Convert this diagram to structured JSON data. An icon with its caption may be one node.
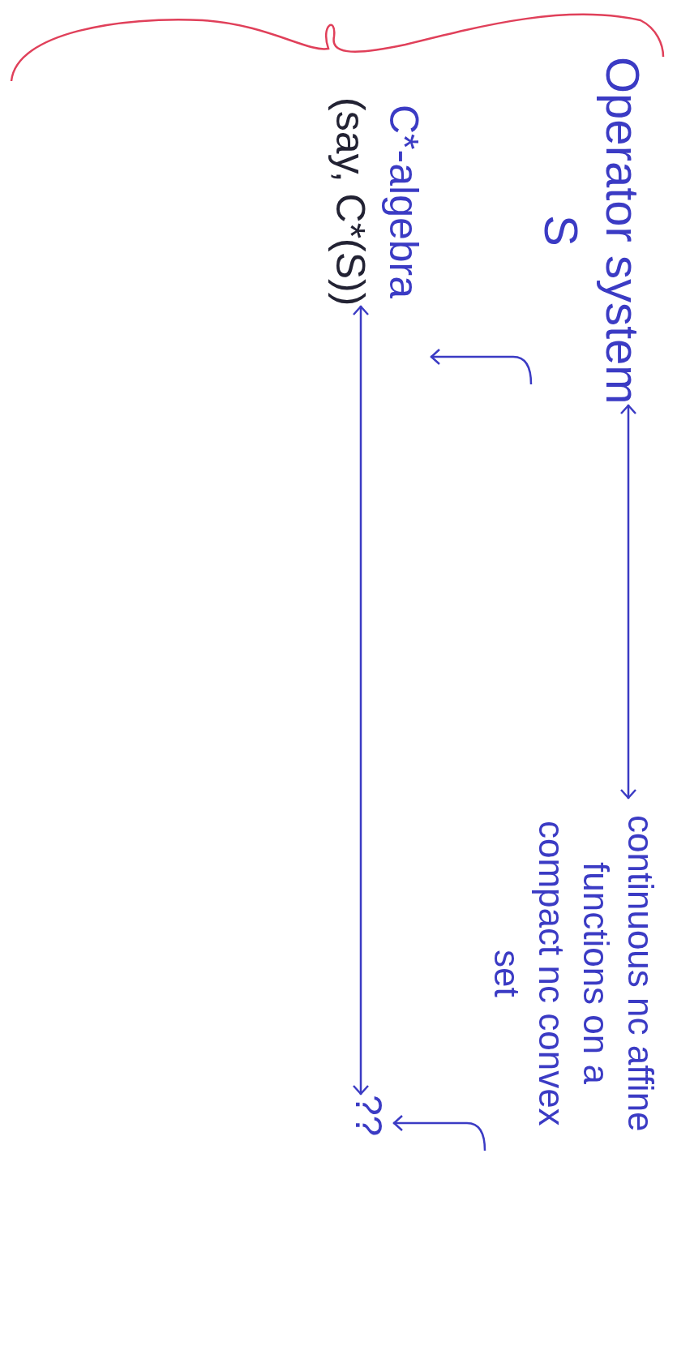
{
  "diagram": {
    "nodes": [
      {
        "text": [
          "Operator system",
          "S"
        ]
      },
      {
        "text": [
          "continuous nc affine functions on a compact nc convex set"
        ]
      },
      {
        "text": [
          "C*-algebra",
          "(say, C*(S))"
        ]
      },
      {
        "text": [
          "??"
        ]
      }
    ],
    "edges": [
      {
        "from": 0,
        "to": 1,
        "arrow": "both"
      },
      {
        "from": 2,
        "to": 3,
        "arrow": "both"
      },
      {
        "from": 0,
        "to": 2,
        "arrow": "to"
      },
      {
        "from": 1,
        "to": 3,
        "arrow": "to"
      }
    ]
  }
}
